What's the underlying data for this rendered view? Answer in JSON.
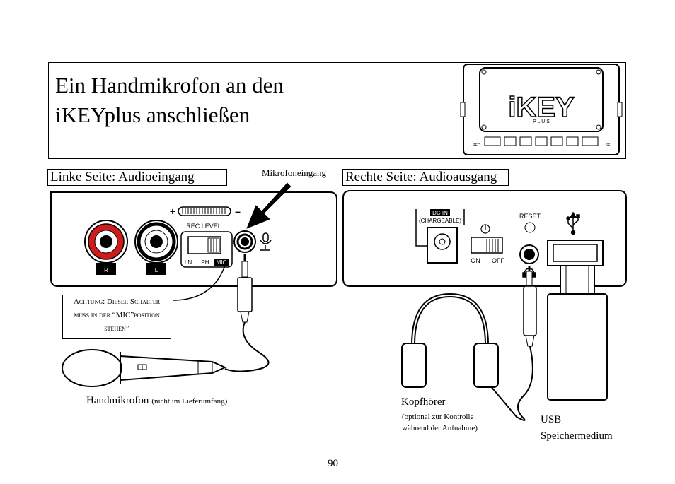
{
  "title": {
    "line1": "Ein Handmikrofon an den",
    "line2": "iKEYplus anschließen"
  },
  "device_top": {
    "logo_main": "iKEY",
    "logo_sub": "P L U S",
    "rec_label": "REC",
    "sel_label": "SEL"
  },
  "left_panel": {
    "heading": "Linke Seite: Audioeingang",
    "mic_input_label": "Mikrofoneingang",
    "rec_level_label": "REC LEVEL",
    "rca_right": "R",
    "rca_left": "L",
    "switch_positions": [
      "LN",
      "PH",
      "MIC"
    ],
    "plus_sign": "+",
    "minus_sign": "–",
    "warning_line1": "Achtung: Dieser Schalter",
    "warning_line2": "muss in der “MIC”position",
    "warning_line3": "stehen”",
    "mic_label": "Handmikrofon",
    "mic_note": "(nicht im Lieferumfang)"
  },
  "right_panel": {
    "heading": "Rechte Seite: Audioausgang",
    "dc_in": "DC IN",
    "chargeable": "(CHARGEABLE)",
    "reset": "RESET",
    "on": "ON",
    "off": "OFF",
    "headphones_label": "Kopfhörer",
    "headphones_note1": "(optional zur Kontrolle",
    "headphones_note2": "während der Aufnahme)",
    "usb_label1": "USB",
    "usb_label2": "Speichermedium"
  },
  "page_number": "90"
}
